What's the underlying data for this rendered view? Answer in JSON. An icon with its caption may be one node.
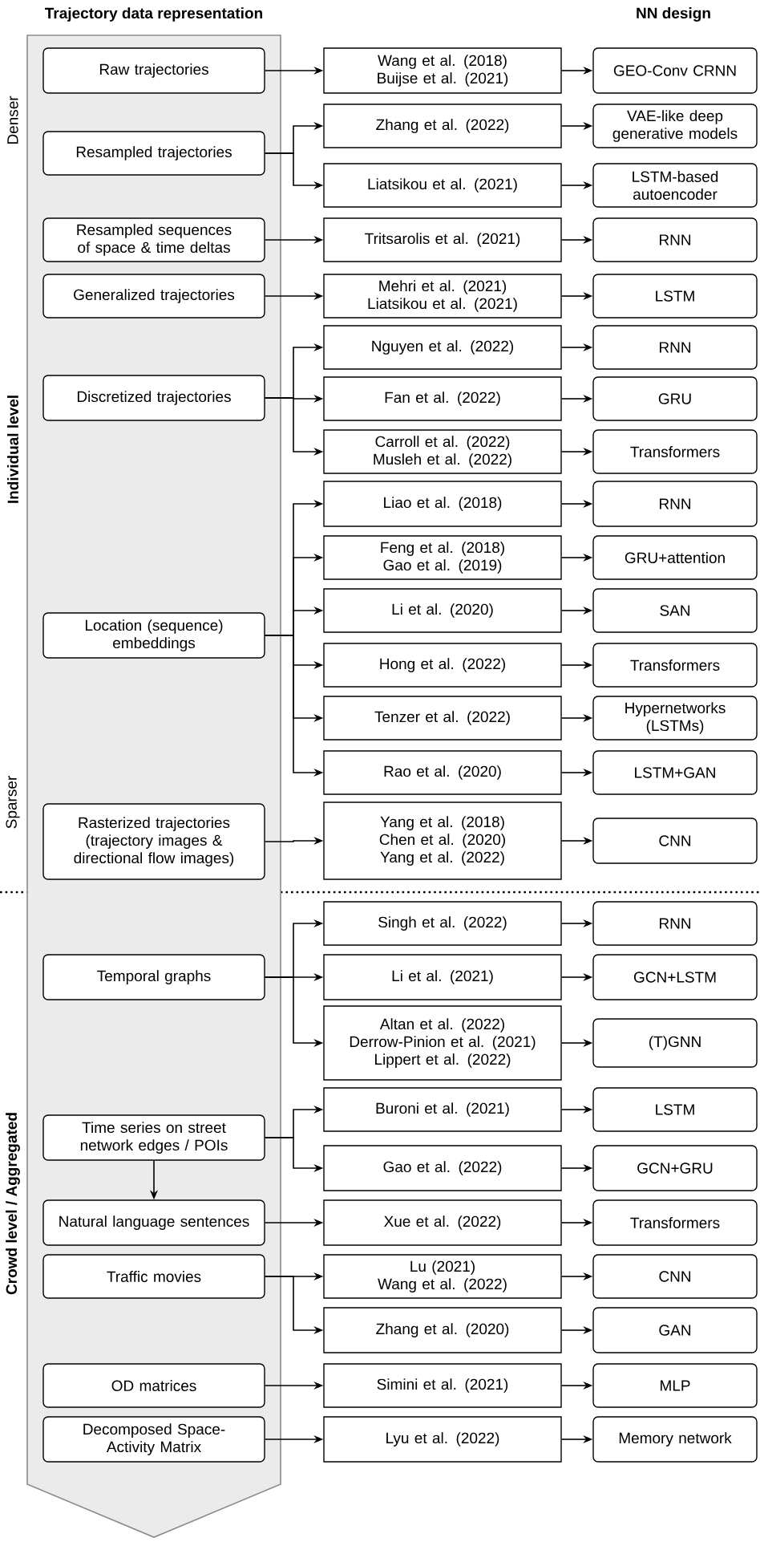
{
  "diagram": {
    "nodes": [
      {
        "text": [
          "Trajectory data representation"
        ]
      },
      {
        "text": [
          "Raw trajectories"
        ],
        "in": 0
      },
      {
        "text": [
          "Resampled trajectories"
        ],
        "in": 0
      },
      {
        "text": [
          "Resampled sequences of space & time deltas"
        ],
        "in": 0
      },
      {
        "text": [
          "Generalized trajectories"
        ],
        "in": 0
      },
      {
        "text": [
          "Discretized trajectories"
        ],
        "in": 0
      },
      {
        "text": [
          "Location (sequence) embeddings"
        ],
        "in": 0
      },
      {
        "text": [
          "Rasterized trajectories (trajectory images & directional flow images)"
        ],
        "in": 0
      },
      {
        "text": [
          "Temporal graphs"
        ],
        "in": 0
      },
      {
        "text": [
          "Time series on street network edges / POIs"
        ],
        "in": 0
      },
      {
        "text": [
          "Natural language sentences"
        ],
        "in": 0
      },
      {
        "text": [
          "Traffic movies"
        ],
        "in": 0
      },
      {
        "text": [
          "OD matrices"
        ],
        "in": 0
      },
      {
        "text": [
          "Decomposed Space-Activity Matrix"
        ],
        "in": 0
      },
      {
        "text": [
          "Wang et al. (2018)",
          "Buijse et al. (2021)"
        ]
      },
      {
        "text": [
          "Zhang et al. (2022)"
        ]
      },
      {
        "text": [
          "Liatsikou et al. (2021)"
        ]
      },
      {
        "text": [
          "Tritsarolis et al. (2021)"
        ]
      },
      {
        "text": [
          "Mehri et al. (2021)",
          "Liatsikou et al. (2021)"
        ]
      },
      {
        "text": [
          "Nguyen et al. (2022)"
        ]
      },
      {
        "text": [
          "Fan et al. (2022)"
        ]
      },
      {
        "text": [
          "Carroll et al. (2022)",
          "Musleh et al. (2022)"
        ]
      },
      {
        "text": [
          "Liao et al. (2018)"
        ]
      },
      {
        "text": [
          "Feng et al. (2018)",
          "Gao et al. (2019)"
        ]
      },
      {
        "text": [
          "Li et al. (2020)"
        ]
      },
      {
        "text": [
          "Hong et al. (2022)"
        ]
      },
      {
        "text": [
          "Tenzer et al. (2022)"
        ]
      },
      {
        "text": [
          "Rao et al. (2020)"
        ]
      },
      {
        "text": [
          "Yang et al. (2018)",
          "Chen et al. (2020)",
          "Yang et al. (2022)"
        ]
      },
      {
        "text": [
          "Singh et al. (2022)"
        ]
      },
      {
        "text": [
          "Li et al. (2021)"
        ]
      },
      {
        "text": [
          "Altan et al. (2022)",
          "Derrow-Pinion et al. (2021)",
          "Lippert et al. (2022)"
        ]
      },
      {
        "text": [
          "Buroni et al. (2021)"
        ]
      },
      {
        "text": [
          "Gao et al. (2022)"
        ]
      },
      {
        "text": [
          "Xue et al. (2022)"
        ]
      },
      {
        "text": [
          "Lu (2021)",
          "Wang et al. (2022)"
        ]
      },
      {
        "text": [
          "Zhang et al. (2020)"
        ]
      },
      {
        "text": [
          "Simini et al. (2021)"
        ]
      },
      {
        "text": [
          "Lyu et al. (2022)"
        ]
      },
      {
        "text": [
          "GEO-Conv CRNN"
        ]
      },
      {
        "text": [
          "VAE-like deep generative models"
        ]
      },
      {
        "text": [
          "LSTM-based autoencoder"
        ]
      },
      {
        "text": [
          "RNN"
        ]
      },
      {
        "text": [
          "LSTM"
        ]
      },
      {
        "text": [
          "RNN"
        ]
      },
      {
        "text": [
          "GRU"
        ]
      },
      {
        "text": [
          "Transformers"
        ]
      },
      {
        "text": [
          "RNN"
        ]
      },
      {
        "text": [
          "GRU+attention"
        ]
      },
      {
        "text": [
          "SAN"
        ]
      },
      {
        "text": [
          "Transformers"
        ]
      },
      {
        "text": [
          "Hypernetworks (LSTMs)"
        ]
      },
      {
        "text": [
          "LSTM+GAN"
        ]
      },
      {
        "text": [
          "CNN"
        ]
      },
      {
        "text": [
          "RNN"
        ]
      },
      {
        "text": [
          "GCN+LSTM"
        ]
      },
      {
        "text": [
          "(T)GNN"
        ]
      },
      {
        "text": [
          "LSTM"
        ]
      },
      {
        "text": [
          "GCN+GRU"
        ]
      },
      {
        "text": [
          "Transformers"
        ]
      },
      {
        "text": [
          "CNN"
        ]
      },
      {
        "text": [
          "GAN"
        ]
      },
      {
        "text": [
          "MLP"
        ]
      },
      {
        "text": [
          "Memory network"
        ]
      }
    ],
    "edges": [
      {
        "from": 1,
        "to": 14,
        "arrow": "to"
      },
      {
        "from": 2,
        "to": 15,
        "arrow": "to"
      },
      {
        "from": 2,
        "to": 16,
        "arrow": "to"
      },
      {
        "from": 3,
        "to": 17,
        "arrow": "to"
      },
      {
        "from": 4,
        "to": 18,
        "arrow": "to"
      },
      {
        "from": 5,
        "to": 19,
        "arrow": "to"
      },
      {
        "from": 5,
        "to": 20,
        "arrow": "to"
      },
      {
        "from": 5,
        "to": 21,
        "arrow": "to"
      },
      {
        "from": 6,
        "to": 22,
        "arrow": "to"
      },
      {
        "from": 6,
        "to": 23,
        "arrow": "to"
      },
      {
        "from": 6,
        "to": 24,
        "arrow": "to"
      },
      {
        "from": 6,
        "to": 25,
        "arrow": "to"
      },
      {
        "from": 6,
        "to": 26,
        "arrow": "to"
      },
      {
        "from": 6,
        "to": 27,
        "arrow": "to"
      },
      {
        "from": 7,
        "to": 28,
        "arrow": "to"
      },
      {
        "from": 8,
        "to": 29,
        "arrow": "to"
      },
      {
        "from": 8,
        "to": 30,
        "arrow": "to"
      },
      {
        "from": 8,
        "to": 31,
        "arrow": "to"
      },
      {
        "from": 9,
        "to": 32,
        "arrow": "to"
      },
      {
        "from": 9,
        "to": 33,
        "arrow": "to"
      },
      {
        "from": 9,
        "to": 10,
        "arrow": "to"
      },
      {
        "from": 10,
        "to": 34,
        "arrow": "to"
      },
      {
        "from": 11,
        "to": 35,
        "arrow": "to"
      },
      {
        "from": 11,
        "to": 36,
        "arrow": "to"
      },
      {
        "from": 12,
        "to": 37,
        "arrow": "to"
      },
      {
        "from": 13,
        "to": 38,
        "arrow": "to"
      },
      {
        "from": 14,
        "to": 39,
        "arrow": "to"
      },
      {
        "from": 15,
        "to": 40,
        "arrow": "to"
      },
      {
        "from": 16,
        "to": 41,
        "arrow": "to"
      },
      {
        "from": 17,
        "to": 42,
        "arrow": "to"
      },
      {
        "from": 18,
        "to": 43,
        "arrow": "to"
      },
      {
        "from": 19,
        "to": 44,
        "arrow": "to"
      },
      {
        "from": 20,
        "to": 45,
        "arrow": "to"
      },
      {
        "from": 21,
        "to": 46,
        "arrow": "to"
      },
      {
        "from": 22,
        "to": 47,
        "arrow": "to"
      },
      {
        "from": 23,
        "to": 48,
        "arrow": "to"
      },
      {
        "from": 24,
        "to": 49,
        "arrow": "to"
      },
      {
        "from": 25,
        "to": 50,
        "arrow": "to"
      },
      {
        "from": 26,
        "to": 51,
        "arrow": "to"
      },
      {
        "from": 27,
        "to": 52,
        "arrow": "to"
      },
      {
        "from": 28,
        "to": 53,
        "arrow": "to"
      },
      {
        "from": 29,
        "to": 54,
        "arrow": "to"
      },
      {
        "from": 30,
        "to": 55,
        "arrow": "to"
      },
      {
        "from": 31,
        "to": 56,
        "arrow": "to"
      },
      {
        "from": 32,
        "to": 57,
        "arrow": "to"
      },
      {
        "from": 33,
        "to": 58,
        "arrow": "to"
      },
      {
        "from": 34,
        "to": 59,
        "arrow": "to"
      },
      {
        "from": 35,
        "to": 60,
        "arrow": "to"
      },
      {
        "from": 36,
        "to": 61,
        "arrow": "to"
      },
      {
        "from": 37,
        "to": 62,
        "arrow": "to"
      },
      {
        "from": 38,
        "to": 63,
        "arrow": "to"
      }
    ],
    "labels": [
      "NN design",
      "Denser",
      "Individual level",
      "Sparser",
      "Crowd level / Aggregated"
    ]
  }
}
